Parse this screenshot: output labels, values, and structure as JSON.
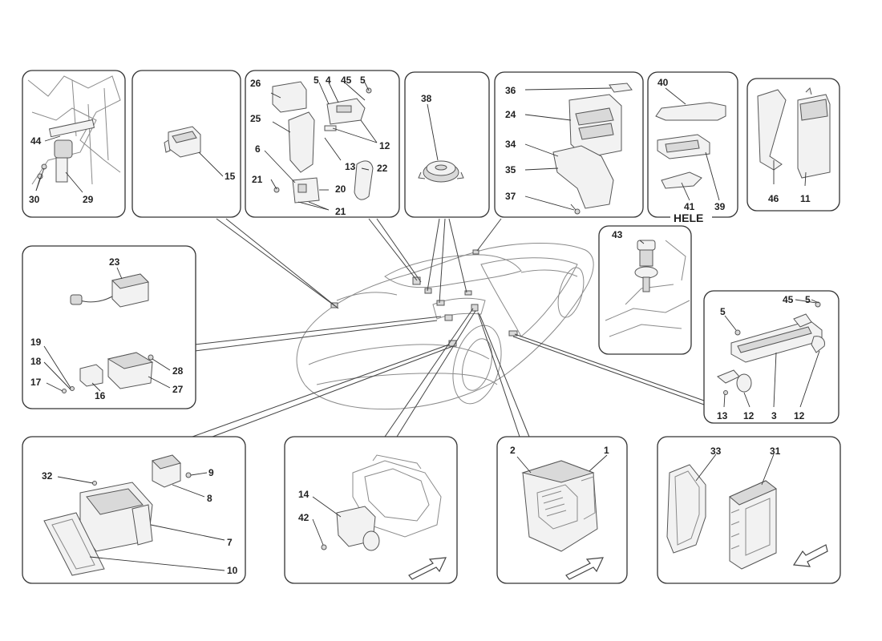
{
  "title_text": "HELE",
  "callouts": {
    "c1": "1",
    "c2": "2",
    "c3": "3",
    "c4": "4",
    "c5a": "5",
    "c5b": "5",
    "c5c": "5",
    "c5d": "5",
    "c6": "6",
    "c7": "7",
    "c8": "8",
    "c9": "9",
    "c10": "10",
    "c11": "11",
    "c12a": "12",
    "c12b": "12",
    "c12c": "12",
    "c13a": "13",
    "c13b": "13",
    "c14": "14",
    "c15": "15",
    "c16": "16",
    "c17": "17",
    "c18": "18",
    "c19": "19",
    "c20": "20",
    "c21a": "21",
    "c21b": "21",
    "c22": "22",
    "c23": "23",
    "c24": "24",
    "c25": "25",
    "c26": "26",
    "c27": "27",
    "c28": "28",
    "c29": "29",
    "c30": "30",
    "c31": "31",
    "c32": "32",
    "c33": "33",
    "c34": "34",
    "c35": "35",
    "c36": "36",
    "c37": "37",
    "c38": "38",
    "c39": "39",
    "c40": "40",
    "c41": "41",
    "c42": "42",
    "c43": "43",
    "c44": "44",
    "c45a": "45",
    "c45b": "45",
    "c46": "46"
  }
}
